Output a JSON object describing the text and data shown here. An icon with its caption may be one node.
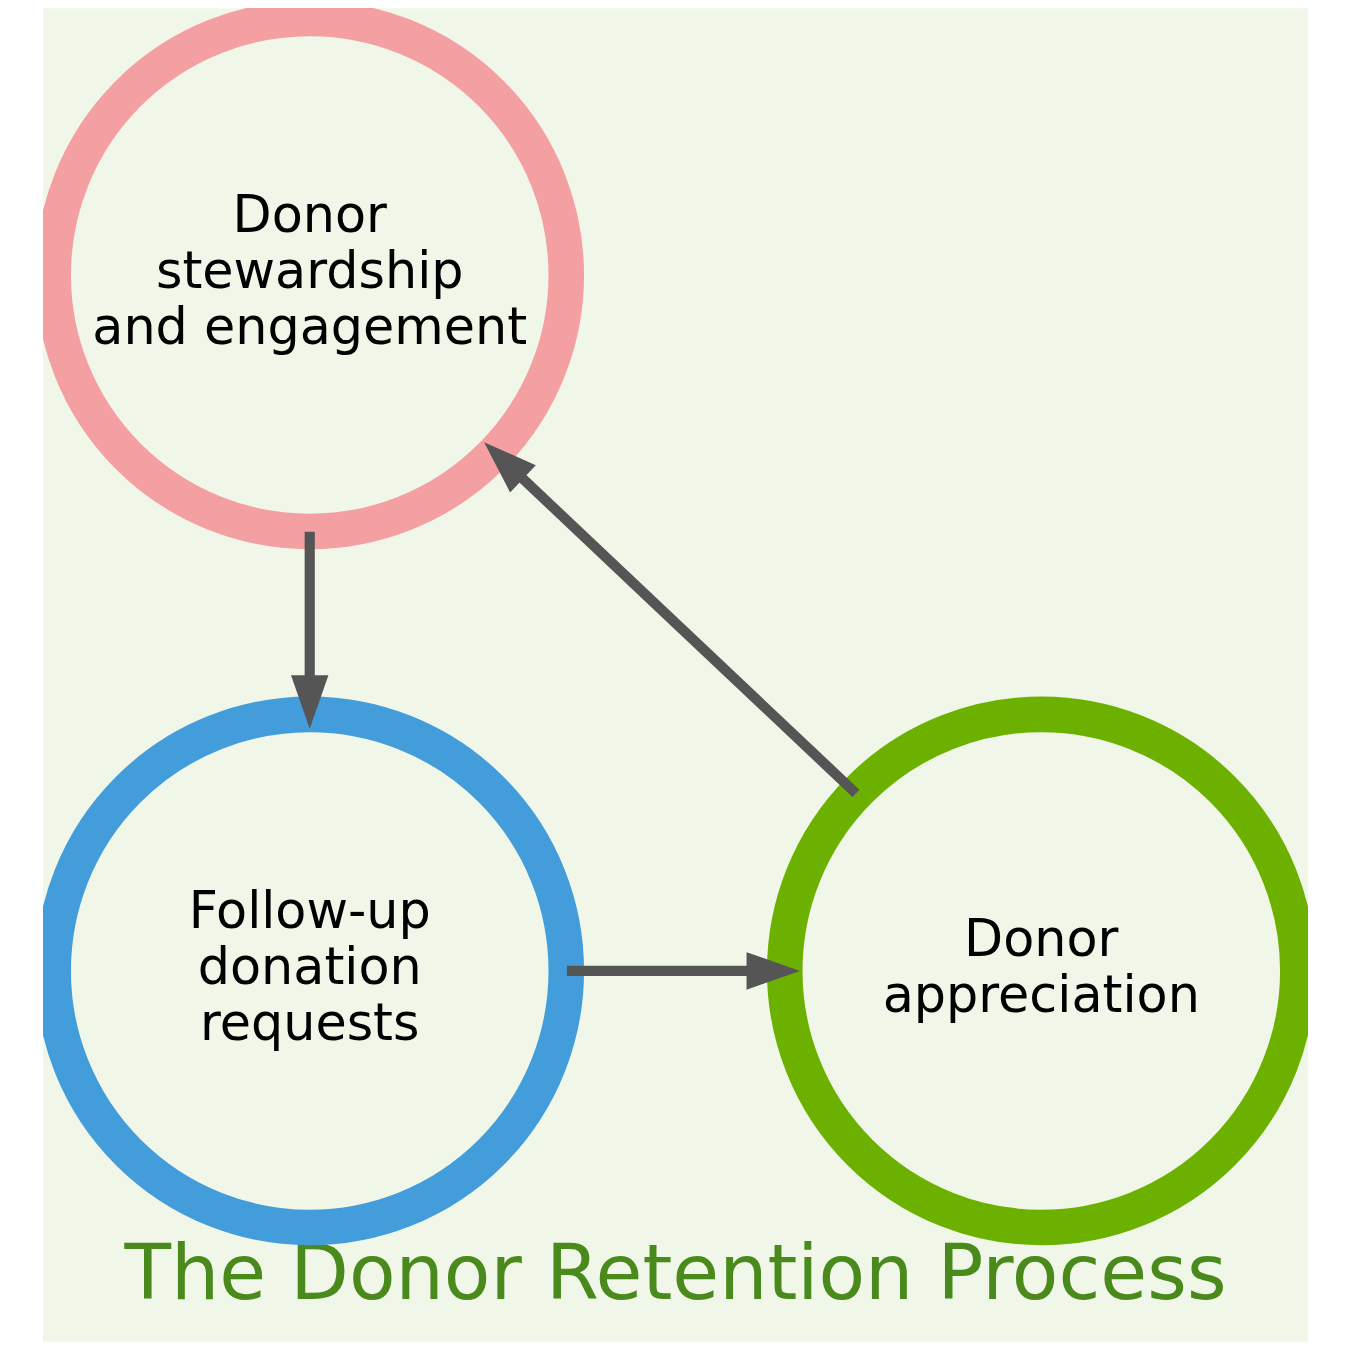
{
  "diagram": {
    "title": "The Donor Retention Process",
    "nodes": [
      {
        "text": [
          "Donor stewardship and engagement"
        ]
      },
      {
        "text": [
          "Follow-up donation requests"
        ]
      },
      {
        "text": [
          "Donor appreciation"
        ]
      }
    ],
    "edges": [
      {
        "from": 0,
        "to": 1,
        "arrow": "to"
      },
      {
        "from": 1,
        "to": 2,
        "arrow": "to"
      },
      {
        "from": 2,
        "to": 0,
        "arrow": "to"
      }
    ]
  }
}
